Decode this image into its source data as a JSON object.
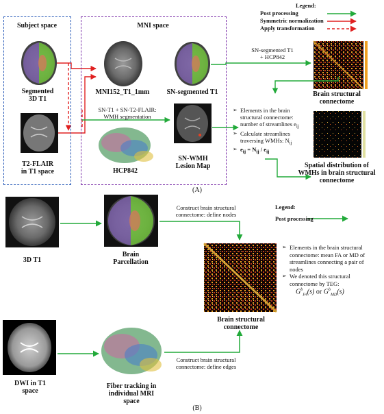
{
  "legend_a": {
    "title": "Legend:",
    "items": [
      {
        "label": "Post processing",
        "color": "#22aa3a",
        "style": "solid"
      },
      {
        "label": "Symmetric normalization",
        "color": "#e02020",
        "style": "solid"
      },
      {
        "label": "Apply transformation",
        "color": "#e02020",
        "style": "dashed"
      }
    ]
  },
  "panel_a": {
    "subject_space": "Subject space",
    "mni_space": "MNI space",
    "segmented_t1": [
      "Segmented",
      "3D T1"
    ],
    "t2_flair": [
      "T2-FLAIR",
      "in T1 space"
    ],
    "mni152": "MNI152_T1_1mm",
    "sn_segmented": "SN-segmented T1",
    "wmh_seg_label": [
      "SN-T1 + SN-T2-FLAIR:",
      "WMH segmentation"
    ],
    "hcp842": "HCP842",
    "sn_wmh": [
      "SN-WMH",
      "Lesion Map"
    ],
    "sn_plus_hcp": [
      "SN-segmented T1",
      "+ HCP842"
    ],
    "brain_struct_conn": [
      "Brain structural",
      "connectome"
    ],
    "bullets": [
      "Elements in the brain structural connectome: number of streamlines e",
      "Calculate streamlines traversing WMHs: N",
      "e"
    ],
    "bullet_subs": [
      "ij",
      "ij",
      "ij"
    ],
    "bullet3_rest": " = N",
    "bullet3_sub2": "ij",
    "bullet3_tail": " / e",
    "bullet3_sub3": "ij",
    "spatial": [
      "Spatial distribution of",
      "WMHs in brain structural",
      "connectome"
    ],
    "caption": "(A)"
  },
  "panel_b": {
    "legend_title": "Legend:",
    "legend_item": "Post processing",
    "t1_label": "3D T1",
    "parcellation": [
      "Brain",
      "Parcellation"
    ],
    "define_nodes": [
      "Construct brain structural",
      "connectome: define nodes"
    ],
    "dwi_label": [
      "DWI in T1",
      "space"
    ],
    "fiber": [
      "Fiber tracking in",
      "individual MRI",
      "space"
    ],
    "define_edges": [
      "Construct brain structural",
      "connectome: define edges"
    ],
    "conn_label": [
      "Brain structural",
      "connectome"
    ],
    "bullets": [
      "Elements in the brain structural connectome: mean FA or MD of streamlines connecting a pair of nodes",
      "We denoted this structural connectome by TEG:"
    ],
    "formula": {
      "g": "G",
      "fa": "FA",
      "md": "MD",
      "sup": "b",
      "arg": "(s)",
      "or": " or "
    },
    "caption": "(B)"
  },
  "colors": {
    "green": "#22aa3a",
    "red": "#e02020",
    "blue_box": "#2457b7",
    "purple_box": "#7a2ea8"
  }
}
